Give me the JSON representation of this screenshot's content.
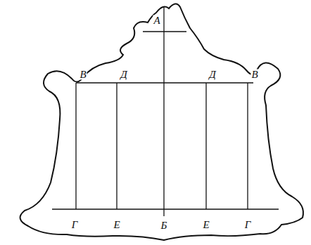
{
  "diagram": {
    "labels": [
      "А",
      "В",
      "Д",
      "Д",
      "В",
      "Г",
      "Е",
      "Б",
      "Е",
      "Г"
    ]
  }
}
